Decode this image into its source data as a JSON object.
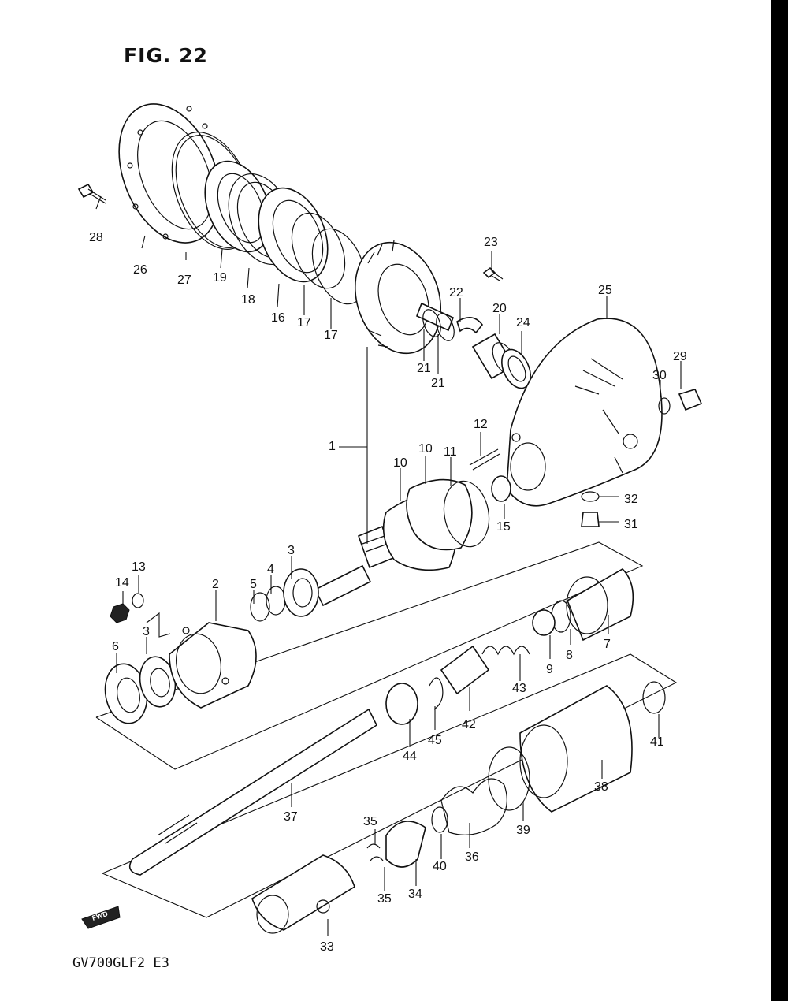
{
  "figure": {
    "title": "FIG. 22",
    "model_code": "GV700GLF2 E3",
    "fwd_label": "FWD"
  },
  "parts": [
    {
      "id": "p1",
      "label": "1"
    },
    {
      "id": "p2",
      "label": "2"
    },
    {
      "id": "p3a",
      "label": "3"
    },
    {
      "id": "p3b",
      "label": "3"
    },
    {
      "id": "p4",
      "label": "4"
    },
    {
      "id": "p5",
      "label": "5"
    },
    {
      "id": "p6",
      "label": "6"
    },
    {
      "id": "p7",
      "label": "7"
    },
    {
      "id": "p8",
      "label": "8"
    },
    {
      "id": "p9",
      "label": "9"
    },
    {
      "id": "p10a",
      "label": "10"
    },
    {
      "id": "p10b",
      "label": "10"
    },
    {
      "id": "p11",
      "label": "11"
    },
    {
      "id": "p12",
      "label": "12"
    },
    {
      "id": "p13",
      "label": "13"
    },
    {
      "id": "p14",
      "label": "14"
    },
    {
      "id": "p15",
      "label": "15"
    },
    {
      "id": "p16",
      "label": "16"
    },
    {
      "id": "p17a",
      "label": "17"
    },
    {
      "id": "p17b",
      "label": "17"
    },
    {
      "id": "p18",
      "label": "18"
    },
    {
      "id": "p19",
      "label": "19"
    },
    {
      "id": "p20",
      "label": "20"
    },
    {
      "id": "p21a",
      "label": "21"
    },
    {
      "id": "p21b",
      "label": "21"
    },
    {
      "id": "p22",
      "label": "22"
    },
    {
      "id": "p23",
      "label": "23"
    },
    {
      "id": "p24",
      "label": "24"
    },
    {
      "id": "p25",
      "label": "25"
    },
    {
      "id": "p26",
      "label": "26"
    },
    {
      "id": "p27",
      "label": "27"
    },
    {
      "id": "p28",
      "label": "28"
    },
    {
      "id": "p29",
      "label": "29"
    },
    {
      "id": "p30",
      "label": "30"
    },
    {
      "id": "p31",
      "label": "31"
    },
    {
      "id": "p32",
      "label": "32"
    },
    {
      "id": "p33",
      "label": "33"
    },
    {
      "id": "p34",
      "label": "34"
    },
    {
      "id": "p35a",
      "label": "35"
    },
    {
      "id": "p35b",
      "label": "35"
    },
    {
      "id": "p36",
      "label": "36"
    },
    {
      "id": "p37",
      "label": "37"
    },
    {
      "id": "p38",
      "label": "38"
    },
    {
      "id": "p39",
      "label": "39"
    },
    {
      "id": "p40",
      "label": "40"
    },
    {
      "id": "p41",
      "label": "41"
    },
    {
      "id": "p42",
      "label": "42"
    },
    {
      "id": "p43",
      "label": "43"
    },
    {
      "id": "p44",
      "label": "44"
    },
    {
      "id": "p45",
      "label": "45"
    }
  ]
}
